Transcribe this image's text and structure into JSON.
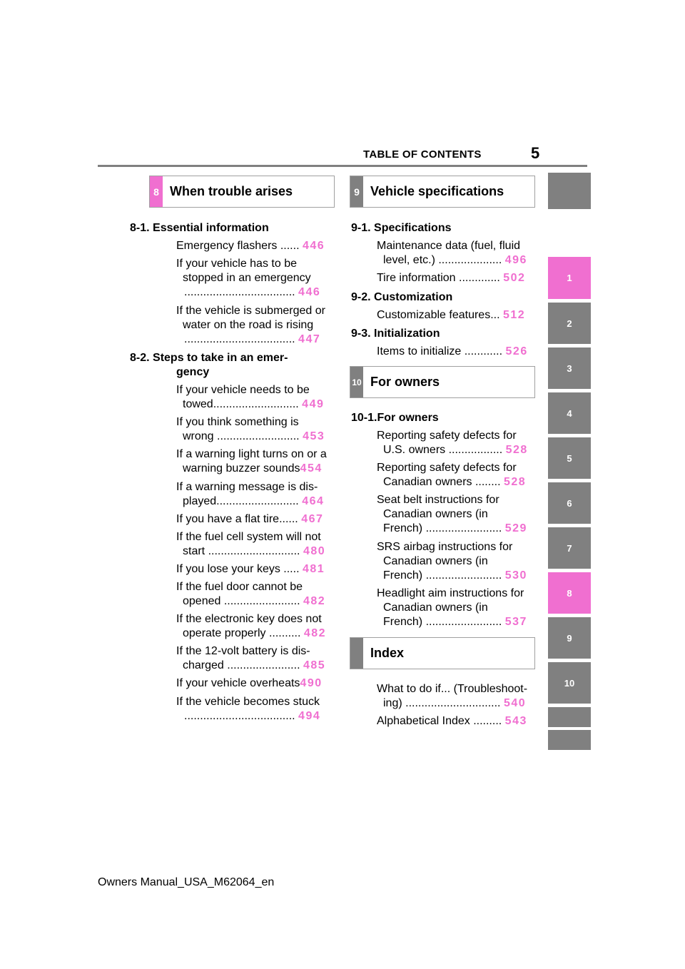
{
  "header": {
    "title": "TABLE OF CONTENTS",
    "page_number": "5"
  },
  "colors": {
    "accent_pink": "#f06fd0",
    "tab_gray": "#808080",
    "rule_gray": "#808080"
  },
  "sections": {
    "s8": {
      "tab": "8",
      "title": "When trouble arises"
    },
    "s9": {
      "tab": "9",
      "title": "Vehicle specifications"
    },
    "s10": {
      "tab": "10",
      "title": "For owners"
    },
    "idx": {
      "tab": "",
      "title": "Index"
    }
  },
  "left": {
    "l0": "8-1.  Essential information",
    "l1": "Emergency flashers ......",
    "l1p": "446",
    "l2": "If your vehicle has to be",
    "l3": "stopped in an emergency",
    "l4": "...................................",
    "l4p": "446",
    "l5": "If the vehicle is submerged or",
    "l6": "water on the road is rising",
    "l7": "...................................",
    "l7p": "447",
    "l8": "8-2.  Steps to take in an emer-",
    "l9": "gency",
    "l10": "If your vehicle needs to be",
    "l11": "towed...........................",
    "l11p": "449",
    "l12": "If you think something is",
    "l13": "wrong ..........................",
    "l13p": "453",
    "l14": "If a warning light turns on or a",
    "l15": "warning buzzer sounds",
    "l15p": "454",
    "l16": "If a warning message is dis-",
    "l17": "played..........................",
    "l17p": "464",
    "l18": "If you have a flat tire......",
    "l18p": "467",
    "l19": "If the fuel cell system will not",
    "l20": "start .............................",
    "l20p": "480",
    "l21": "If you lose your keys .....",
    "l21p": "481",
    "l22": "If the fuel door cannot be",
    "l23": "opened ........................",
    "l23p": "482",
    "l24": "If the electronic key does not",
    "l25": "operate properly ..........",
    "l25p": "482",
    "l26": "If the 12-volt battery is dis-",
    "l27": "charged .......................",
    "l27p": "485",
    "l28": "If your vehicle overheats",
    "l28p": "490",
    "l29": "If the vehicle becomes stuck",
    "l30": "...................................",
    "l30p": "494"
  },
  "right": {
    "r0": "9-1.  Specifications",
    "r1": "Maintenance data (fuel, fluid",
    "r2": "level, etc.) ....................",
    "r2p": "496",
    "r3": "Tire information .............",
    "r3p": "502",
    "r4": "9-2.  Customization",
    "r5": "Customizable features...",
    "r5p": "512",
    "r6": "9-3.  Initialization",
    "r7": "Items to initialize ............",
    "r7p": "526",
    "r8": "10-1.For owners",
    "r9": "Reporting safety defects for",
    "r10": "U.S. owners .................",
    "r10p": "528",
    "r11": "Reporting safety defects for",
    "r12": "Canadian owners ........",
    "r12p": "528",
    "r13": "Seat belt instructions for",
    "r14": "Canadian owners (in",
    "r15": "French) ........................",
    "r15p": "529",
    "r16": "SRS airbag instructions for",
    "r17": "Canadian owners (in",
    "r18": "French) ........................",
    "r18p": "530",
    "r19": "Headlight aim instructions for",
    "r20": "Canadian owners (in",
    "r21": "French) ........................",
    "r21p": "537",
    "r22": "What to do if... (Troubleshoot-",
    "r23": "ing) ..............................",
    "r23p": "540",
    "r24": "Alphabetical Index .........",
    "r24p": "543"
  },
  "sidebar": {
    "t1": "1",
    "t2": "2",
    "t3": "3",
    "t4": "4",
    "t5": "5",
    "t6": "6",
    "t7": "7",
    "t8": "8",
    "t9": "9",
    "t10": "10"
  },
  "footer": {
    "text": "Owners Manual_USA_M62064_en"
  }
}
